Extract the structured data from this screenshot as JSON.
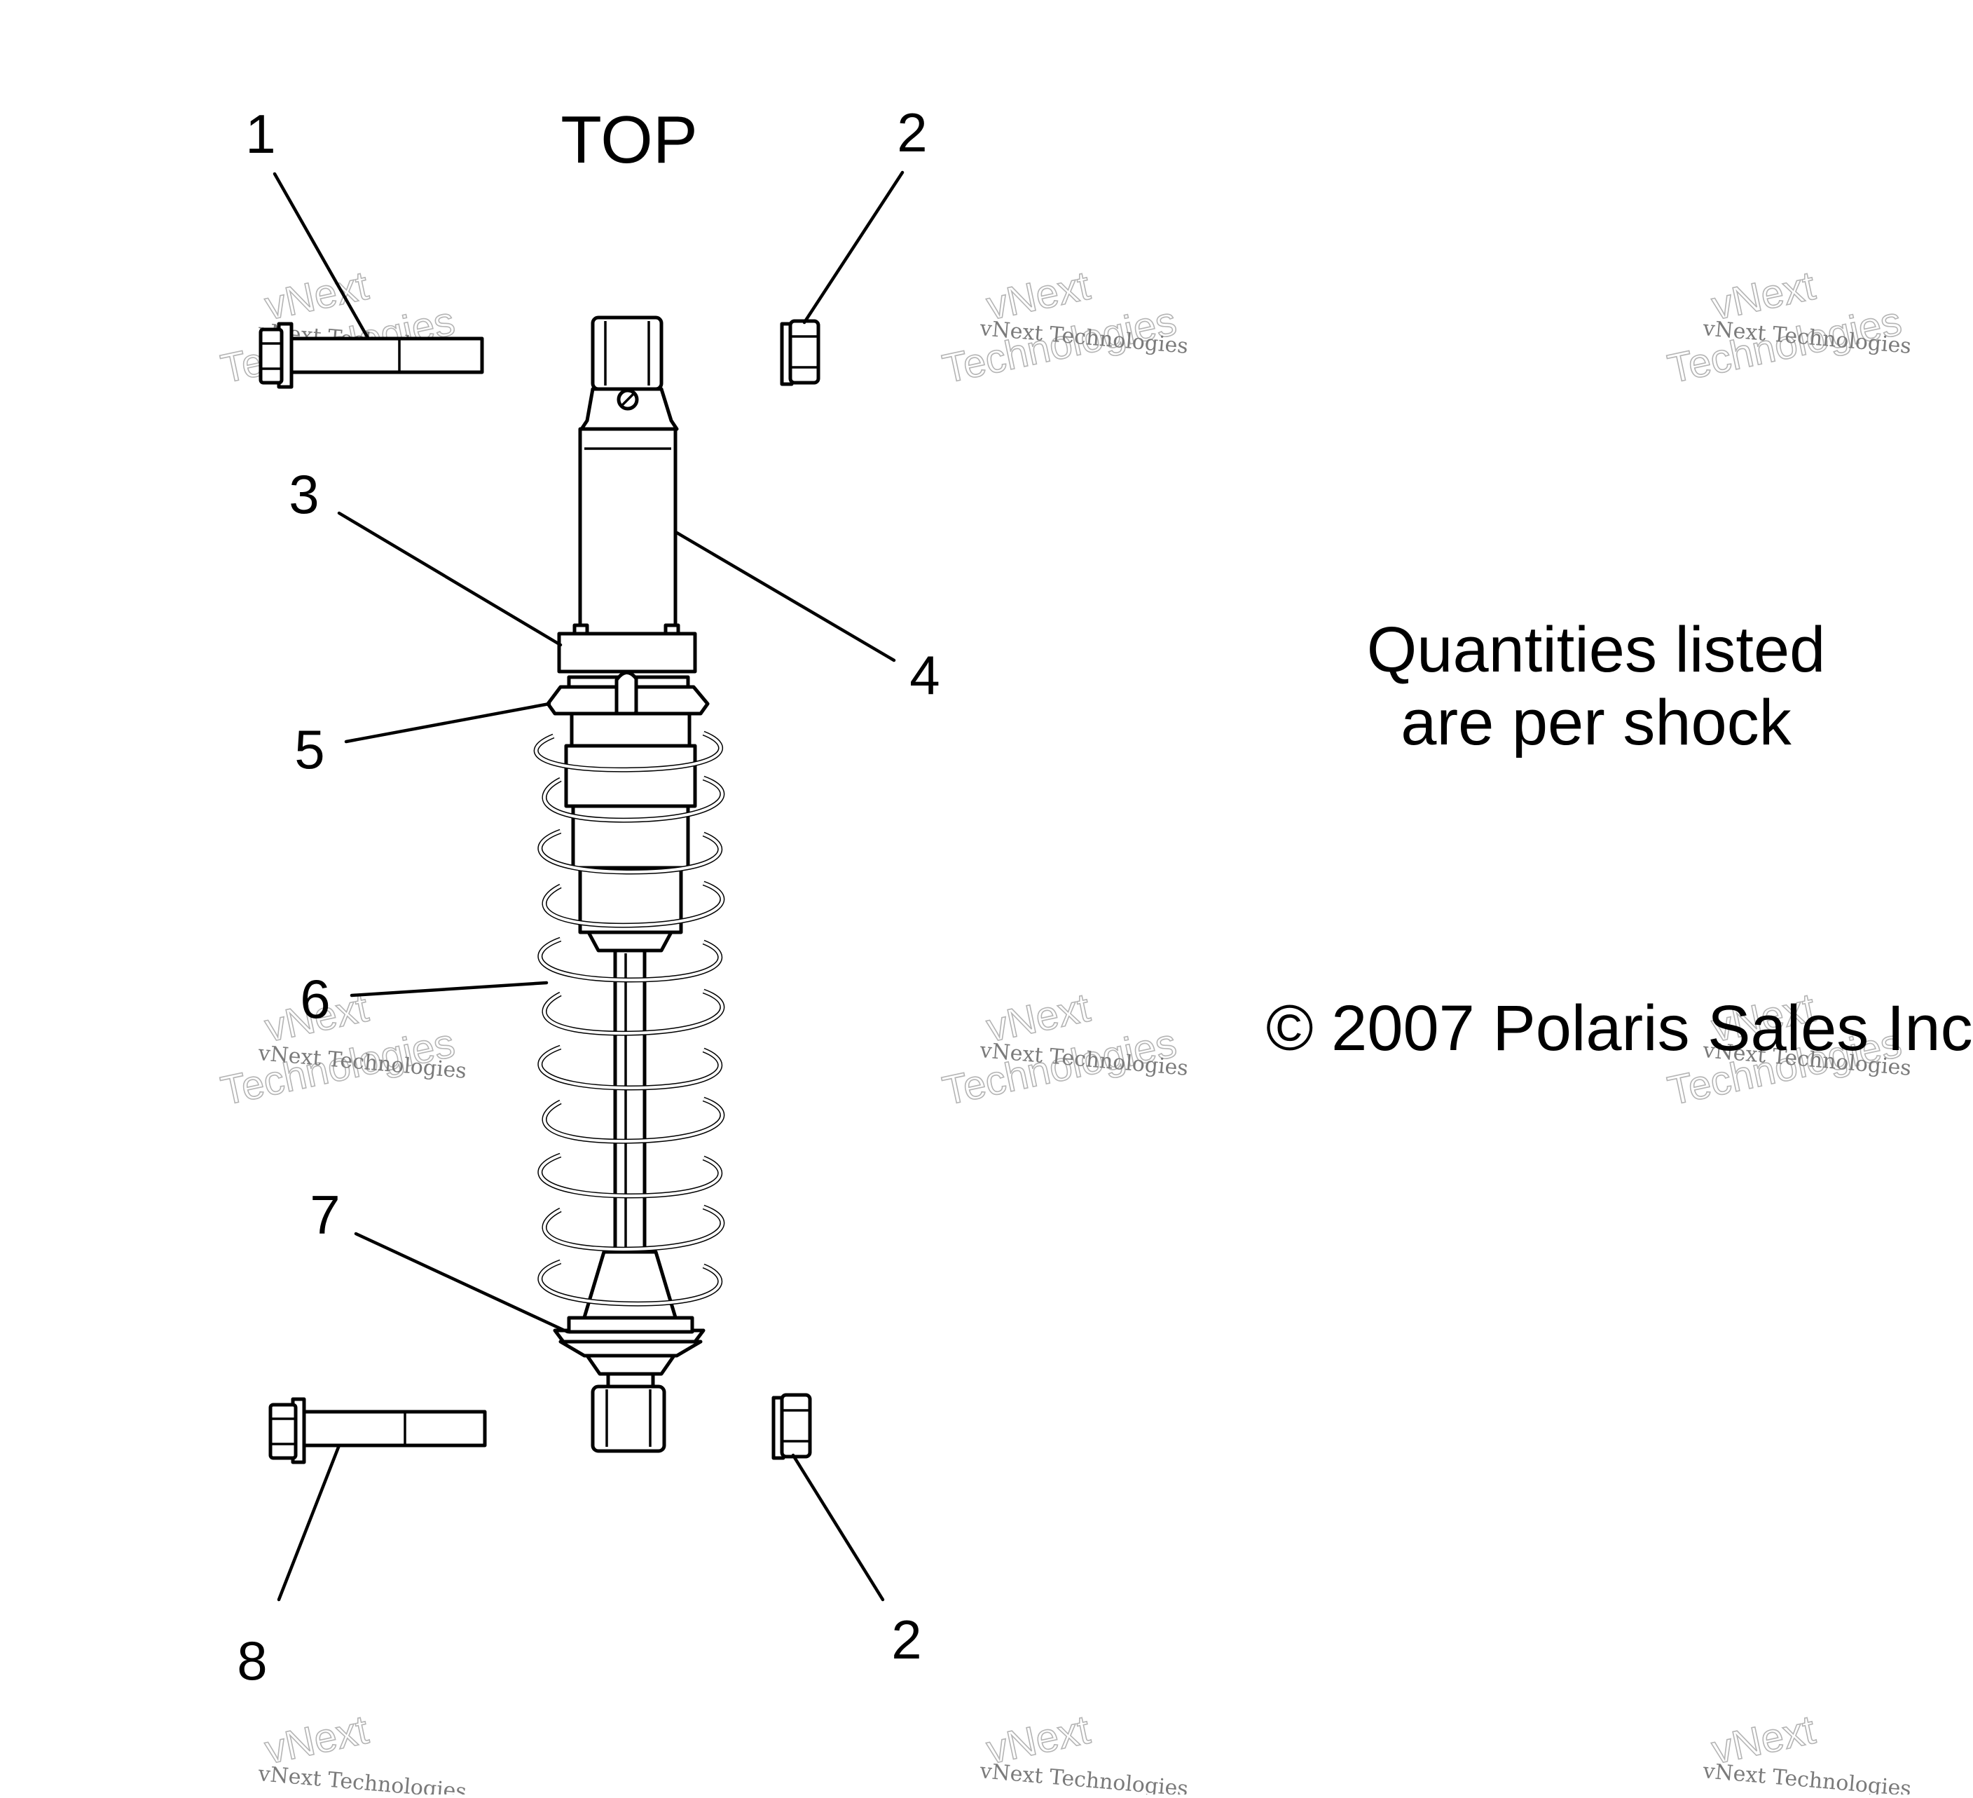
{
  "diagram": {
    "title": "TOP",
    "note_line1": "Quantities listed",
    "note_line2": "are per shock",
    "copyright": "© 2007 Polaris Sales Inc.",
    "callouts": [
      "1",
      "2",
      "3",
      "4",
      "5",
      "6",
      "7",
      "8",
      "2"
    ],
    "watermark": {
      "line1": "vNext Technologies",
      "line2": "vNext",
      "line3": "Technologies"
    }
  }
}
